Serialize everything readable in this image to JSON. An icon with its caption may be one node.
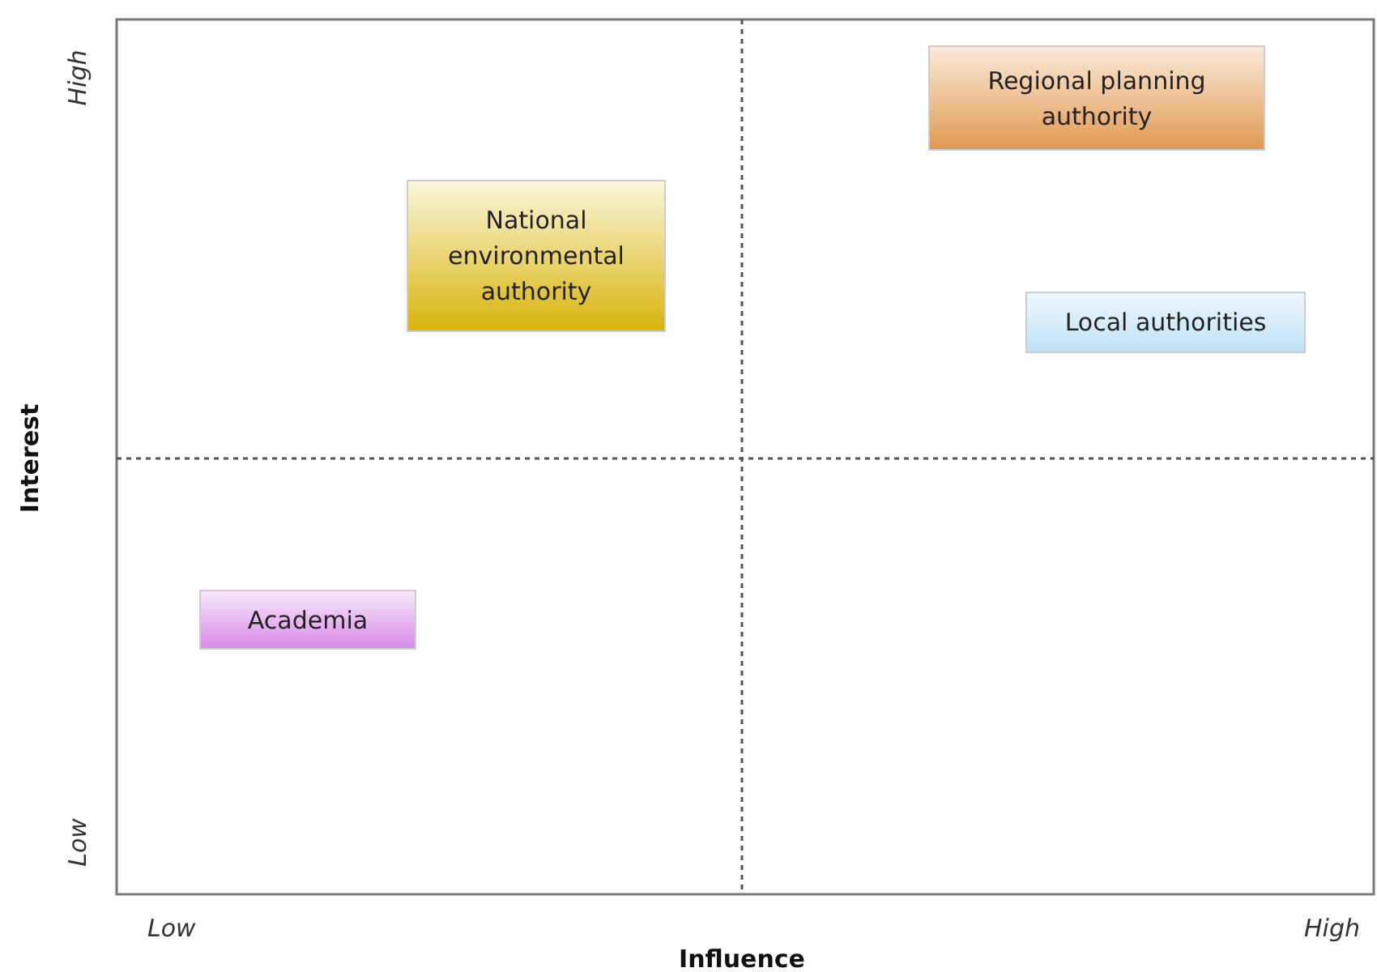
{
  "diagram": {
    "nodes": [
      {
        "text": [
          "Regional planning authority"
        ]
      },
      {
        "text": [
          "National environmental authority"
        ]
      },
      {
        "text": [
          "Local authorities"
        ]
      },
      {
        "text": [
          "Academia"
        ]
      }
    ],
    "labels": [
      "High",
      "Interest",
      "Low",
      "Low",
      "High",
      "Influence"
    ]
  }
}
